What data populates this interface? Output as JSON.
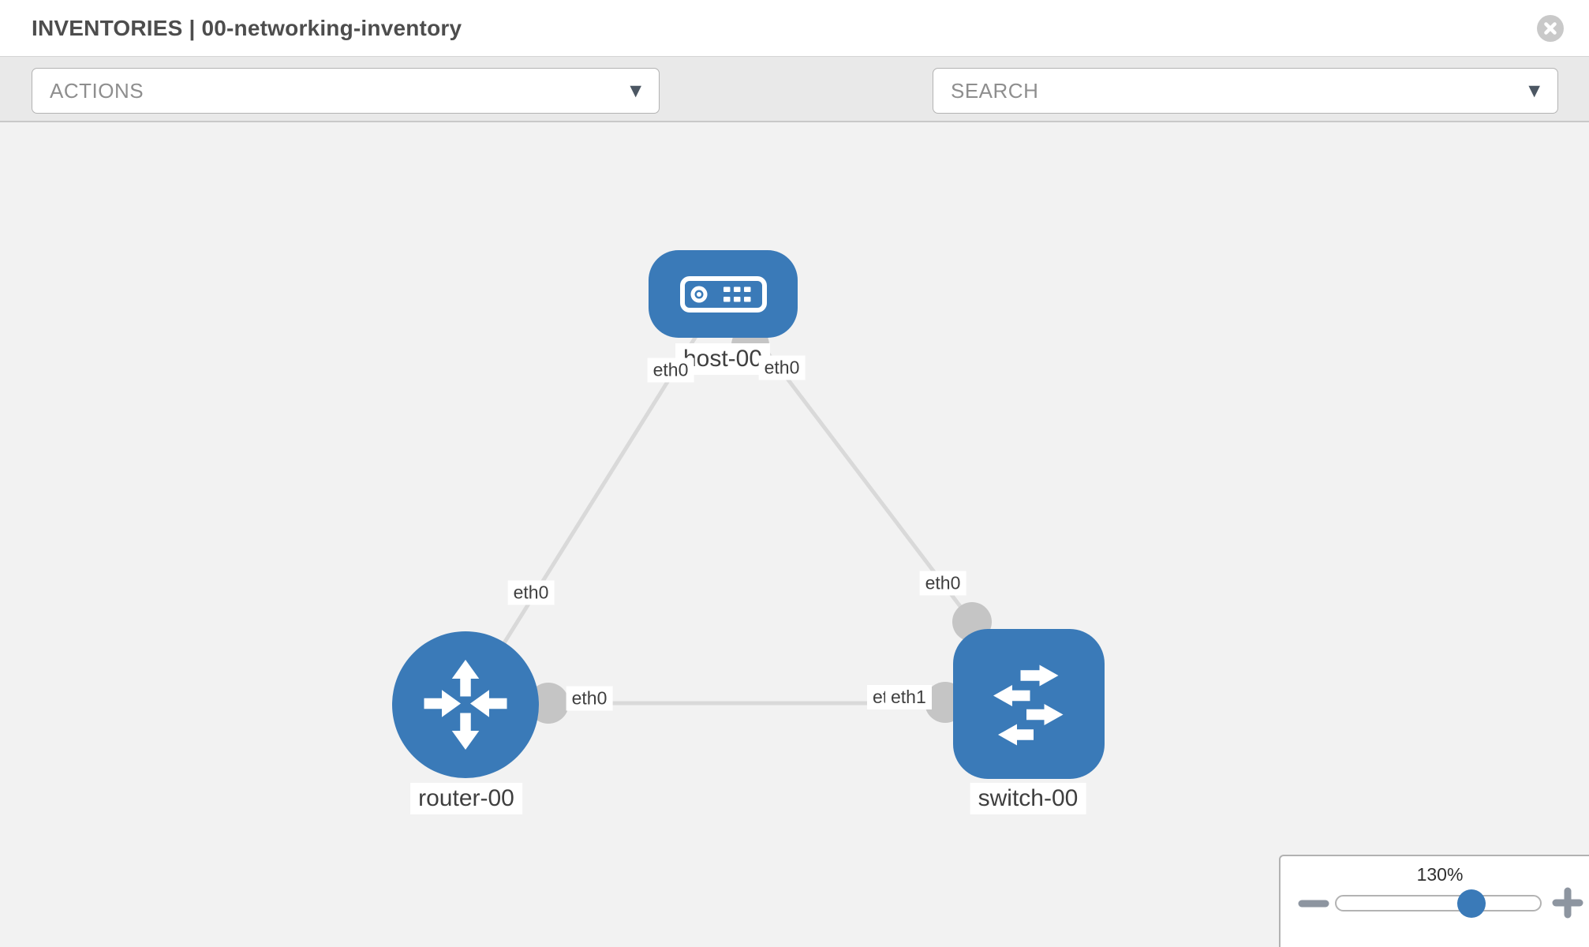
{
  "header": {
    "title": "INVENTORIES | 00-networking-inventory"
  },
  "toolbar": {
    "actions_label": "ACTIONS",
    "search_label": "SEARCH"
  },
  "icons": {
    "caret_down": "▼",
    "close": "circle-x",
    "wrench": "wrench",
    "key": "key",
    "zoom_out": "minus",
    "zoom_in": "plus"
  },
  "topology": {
    "nodes": [
      {
        "id": "host-00",
        "type": "host",
        "label": "host-00"
      },
      {
        "id": "router-00",
        "type": "router",
        "label": "router-00"
      },
      {
        "id": "switch-00",
        "type": "switch",
        "label": "switch-00"
      }
    ],
    "links": [
      {
        "source": "host-00",
        "source_interface": "eth0",
        "target": "router-00",
        "target_interface": "eth0"
      },
      {
        "source": "host-00",
        "source_interface": "eth0",
        "target": "switch-00",
        "target_interface": "eth0"
      },
      {
        "source": "router-00",
        "source_interface": "eth0",
        "target": "switch-00",
        "target_interface": "eth1"
      }
    ],
    "overlapped_interface_label": "eth0"
  },
  "zoom_panel": {
    "level": "130%"
  },
  "colors": {
    "node_blue": "#3a7ab8",
    "link_gray": "#d9d9d9",
    "dot_gray": "#c5c5c5",
    "toolbar_bg": "#e9e9e9",
    "canvas_bg": "#f2f2f2"
  }
}
